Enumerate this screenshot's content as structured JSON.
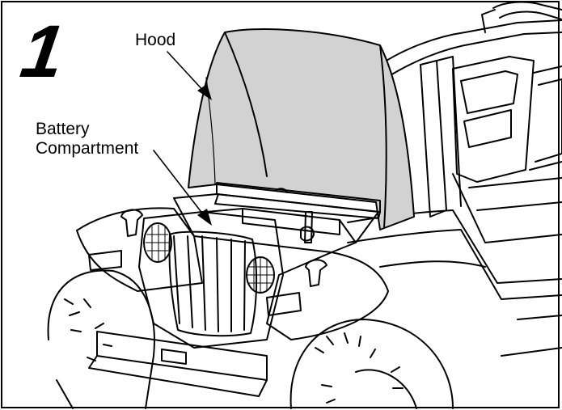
{
  "step": {
    "number": "1"
  },
  "labels": {
    "hood": "Hood",
    "battery_line1": "Battery",
    "battery_line2": "Compartment"
  },
  "colors": {
    "ink": "#000000",
    "hood_fill": "#d2d2d2",
    "background": "#ffffff"
  },
  "icons": {
    "vehicle": "ride-on-jeep-illustration",
    "arrow": "callout-arrow"
  }
}
